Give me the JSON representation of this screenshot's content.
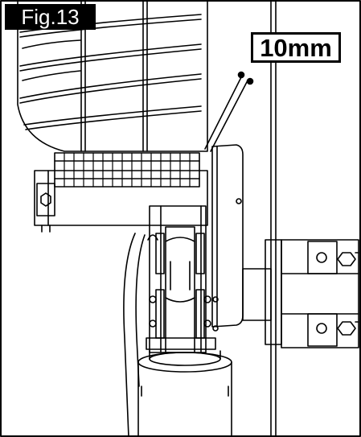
{
  "figure": {
    "label": "Fig.13",
    "callout": "10mm",
    "subject": "wheel-assembly-adjustment-drawing"
  },
  "colors": {
    "line": "#000000",
    "background": "#ffffff"
  }
}
